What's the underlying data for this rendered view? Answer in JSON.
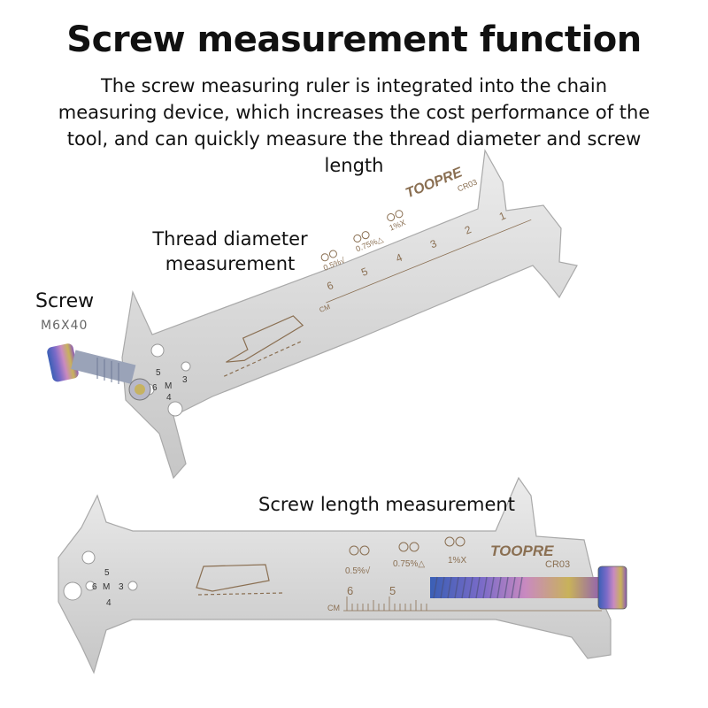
{
  "title": "Screw measurement function",
  "subtitle": "The screw measuring ruler is integrated into the chain measuring device, which increases the cost performance of the tool, and can quickly measure the thread diameter and screw length",
  "labels": {
    "thread": "Thread diameter measurement",
    "screw": "Screw",
    "screw_size": "M6X40",
    "length": "Screw length measurement"
  },
  "tool": {
    "brand": "TOOPRE",
    "model": "CR03",
    "wear_marks": [
      "0.5%√",
      "0.75%△",
      "1%X"
    ],
    "scale_unit": "CM",
    "hole_labels": [
      "5",
      "6",
      "M",
      "3",
      "4"
    ],
    "scale_numbers_top": [
      "1",
      "2",
      "3",
      "4",
      "5",
      "6"
    ],
    "scale_numbers_bottom": [
      "6",
      "5"
    ]
  },
  "colors": {
    "text": "#111111",
    "metal": "#dcdcdc",
    "metal_edge": "#a9a9a9",
    "engraving": "#8a6f52",
    "brand": "#8a6f52"
  }
}
